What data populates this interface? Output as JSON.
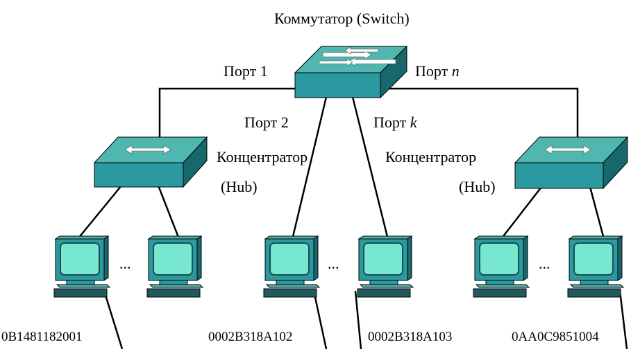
{
  "switch": {
    "label": "Коммутатор (Switch)"
  },
  "ports": {
    "port1": "Порт 1",
    "port2": "Порт 2",
    "portk_prefix": "Порт ",
    "portk_var": "k",
    "portn_prefix": "Порт ",
    "portn_var": "n"
  },
  "hubs": {
    "left": {
      "line1": "Концентратор",
      "line2": "(Hub)"
    },
    "right": {
      "line1": "Концентратор",
      "line2": "(Hub)"
    }
  },
  "ellipsis": "...",
  "mac_addresses": [
    "0B1481182001",
    "0002B318A102",
    "0002B318A103",
    "0AA0C9851004"
  ],
  "colors": {
    "device_fill": "#2b9aa0",
    "device_dark": "#17686c",
    "screen": "#77e8cf",
    "keyboard": "#1f5a5e"
  },
  "icons": [
    "switch-arrows-icon",
    "hub-arrows-icon",
    "computer-icon"
  ]
}
